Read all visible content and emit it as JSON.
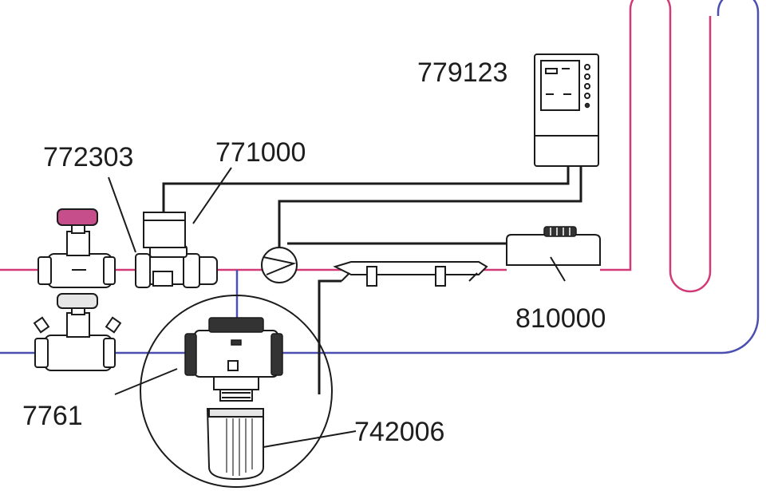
{
  "diagram": {
    "labels": {
      "controller": "779123",
      "zone_valve": "772303",
      "actuator_valve": "771000",
      "sensor": "810000",
      "balancing_valve": "7761",
      "mixing_actuator": "742006"
    },
    "colors": {
      "supply_pipe": "#d23a78",
      "return_pipe": "#4a4fb0",
      "wiring": "#1b1b1b",
      "valve_handle": "#c64e8a"
    },
    "icons": [
      "balancing-valve-icon",
      "zone-valve-icon",
      "solenoid-actuator-icon",
      "circulation-pump-icon",
      "controller-icon",
      "sensor-icon",
      "mixing-valve-icon",
      "thermal-actuator-icon",
      "magnifier-circle-icon"
    ]
  }
}
